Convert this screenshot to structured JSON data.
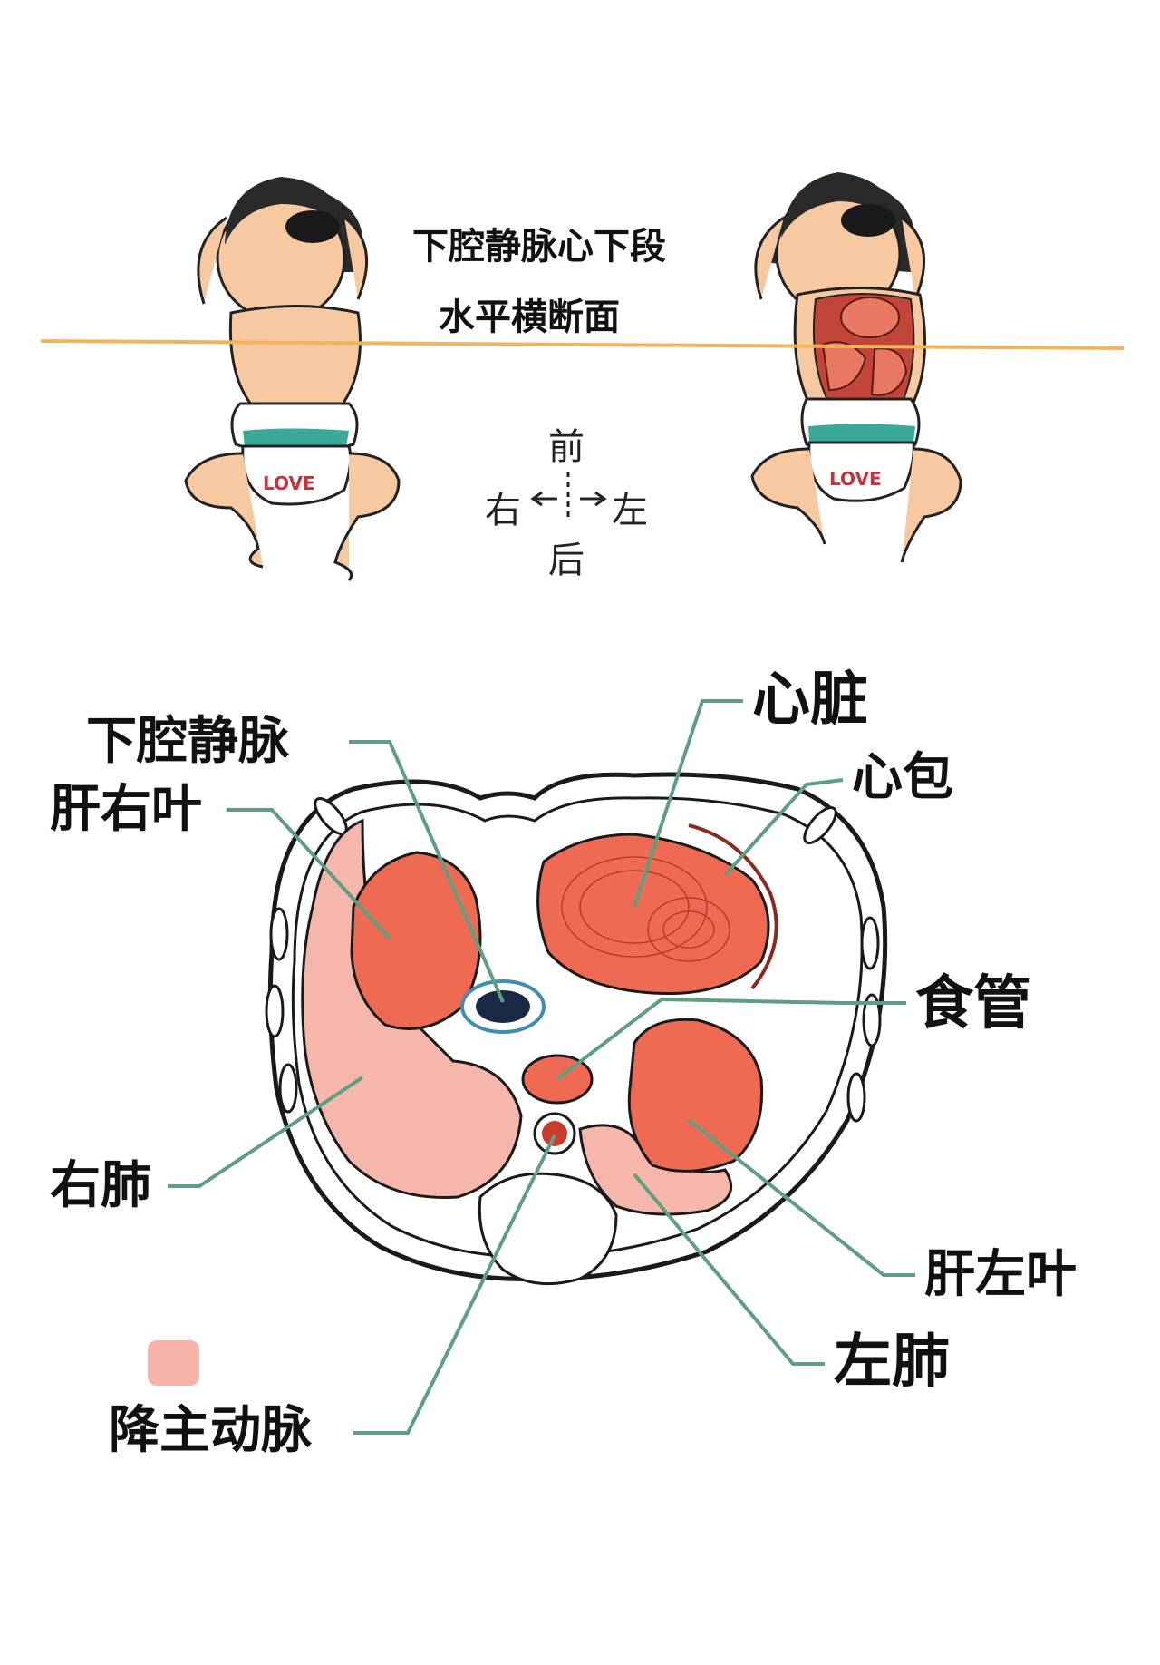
{
  "header": {
    "title_line1": "下腔静脉心下段",
    "title_line2": "水平横断面",
    "diaper_text": "LOVE"
  },
  "orientation": {
    "anterior": "前",
    "posterior": "后",
    "right": "右",
    "left": "左"
  },
  "labels": {
    "ivc": "下腔静脉",
    "liver_right": "肝右叶",
    "heart": "心脏",
    "pericardium": "心包",
    "esophagus": "食管",
    "right_lung": "右肺",
    "liver_left": "肝左叶",
    "left_lung": "左肺",
    "desc_aorta": "降主动脉"
  },
  "colors": {
    "cut_line": "#F2B45A",
    "leader": "#5E9E82",
    "organ_red": "#EE6A52",
    "lung_pink": "#F5B7AC",
    "ivc_blue": "#3D8FB0",
    "swatch": "#F6B4A8"
  }
}
